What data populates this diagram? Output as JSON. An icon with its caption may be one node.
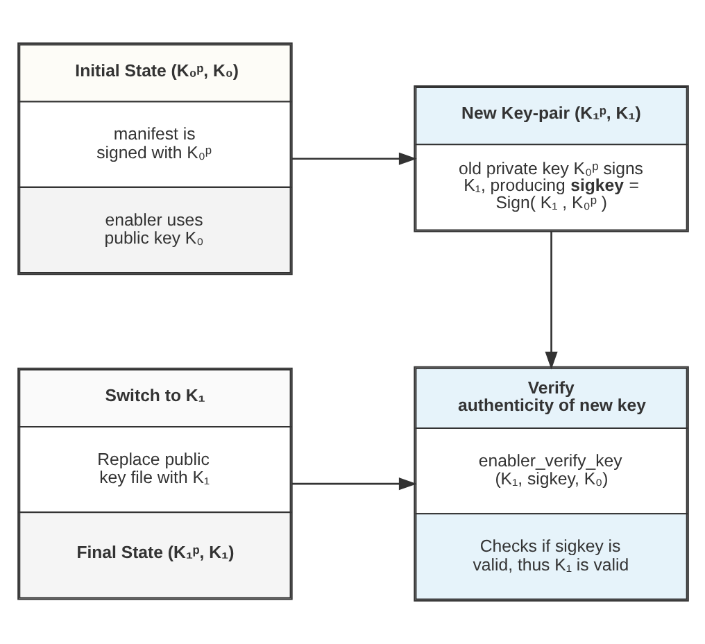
{
  "diagram": {
    "nodes": [
      {
        "text": [
          "Initial State (K₀ᵖ, K₀)",
          "manifest is signed with K₀ᵖ",
          "enabler uses public key K₀"
        ]
      },
      {
        "text": [
          "New Key-pair (K₁ᵖ, K₁)",
          "old private key K₀ᵖ signs K₁, producing **sigkey** = Sign( K₁ , K₀ᵖ )"
        ]
      },
      {
        "text": [
          "Switch to K₁",
          "Replace public key file with K₁",
          "Final State (K₁ᵖ, K₁)"
        ]
      },
      {
        "text": [
          "Verify authenticity of new key",
          "enabler_verify_key (K₁, sigkey, K₀)",
          "Checks if sigkey is valid, thus K₁ is valid"
        ]
      }
    ],
    "edges": [
      {
        "from": 0,
        "to": 1,
        "arrow": "to"
      },
      {
        "from": 1,
        "to": 3,
        "arrow": "to"
      },
      {
        "from": 2,
        "to": 3,
        "arrow": "to"
      }
    ]
  }
}
